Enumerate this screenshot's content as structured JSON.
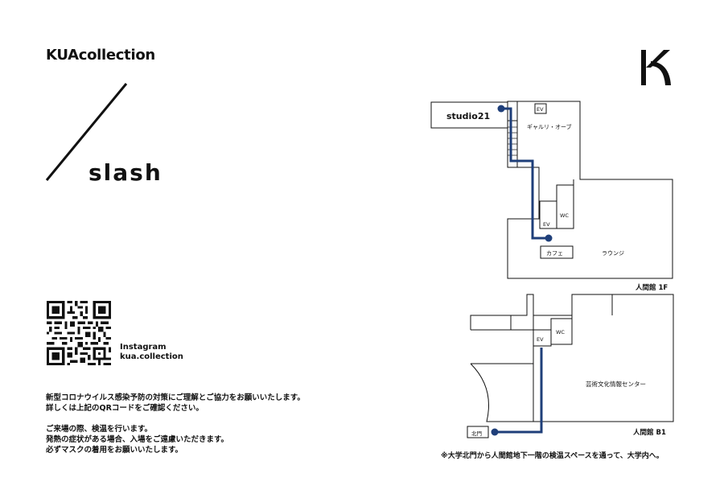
{
  "brand": "KUAcollection",
  "title": "slash",
  "instagram": {
    "label": "Instagram",
    "handle": "kua.collection"
  },
  "notice": {
    "line1": "新型コロナウイルス感染予防の対策にご理解とご協力をお願いいたします。",
    "line2": "詳しくは上記のQRコードをご確認ください。",
    "line3": "ご来場の際、検温を行います。",
    "line4": "発熱の症状がある場合、入場をご遠慮いただきます。",
    "line5": "必ずマスクの着用をお願いいたします。"
  },
  "logo_letter": "K",
  "map_1f": {
    "floor_label": "人間館 1F",
    "studio": "studio21",
    "ev": "EV",
    "gallery": "ギャルリ・オーブ",
    "wc": "WC",
    "cafe": "カフェ",
    "lounge": "ラウンジ"
  },
  "map_b1": {
    "floor_label": "人間館 B1",
    "ev": "EV",
    "wc": "WC",
    "center": "芸術文化情報センター",
    "north_gate": "北門"
  },
  "route_note": "※大学北門から人間館地下一階の検温スペースを通って、大学内へ。",
  "colors": {
    "route": "#1f3f7a",
    "ink": "#111111"
  }
}
